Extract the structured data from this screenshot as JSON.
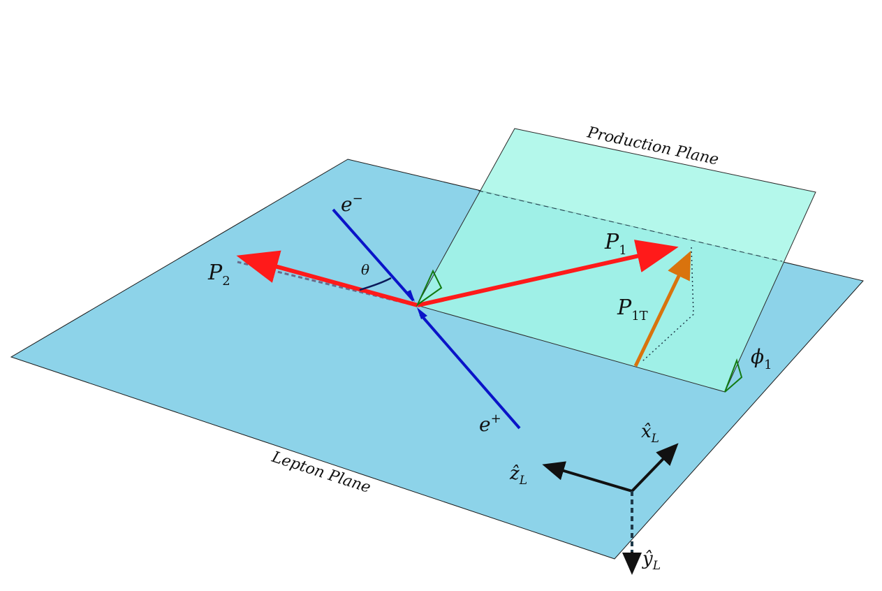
{
  "figure": {
    "planes": {
      "lepton": {
        "label": "Lepton Plane",
        "color": "#8dd3e9"
      },
      "production": {
        "label": "Production Plane",
        "color": "#9ff5e2"
      }
    },
    "beams": {
      "electron": {
        "label": "e",
        "sup": "−",
        "color": "#0a14c8"
      },
      "positron": {
        "label": "e",
        "sup": "+",
        "color": "#0a14c8"
      }
    },
    "momenta": {
      "p1": {
        "label": "P",
        "sub": "1",
        "color": "#ff1a1a"
      },
      "p2": {
        "label": "P",
        "sub": "2",
        "color": "#ff1a1a"
      },
      "p1t": {
        "label": "P",
        "sub": "1T",
        "color": "#d9730d"
      }
    },
    "angles": {
      "theta": {
        "label": "θ",
        "color": "#0b1a5a"
      },
      "phi1": {
        "label": "ϕ",
        "sub": "1",
        "color": "#127a12"
      }
    },
    "axes": {
      "x": {
        "label": "x̂",
        "sub": "L"
      },
      "y": {
        "label": "ŷ",
        "sub": "L"
      },
      "z": {
        "label": "ẑ",
        "sub": "L"
      },
      "color": "#111111"
    }
  }
}
